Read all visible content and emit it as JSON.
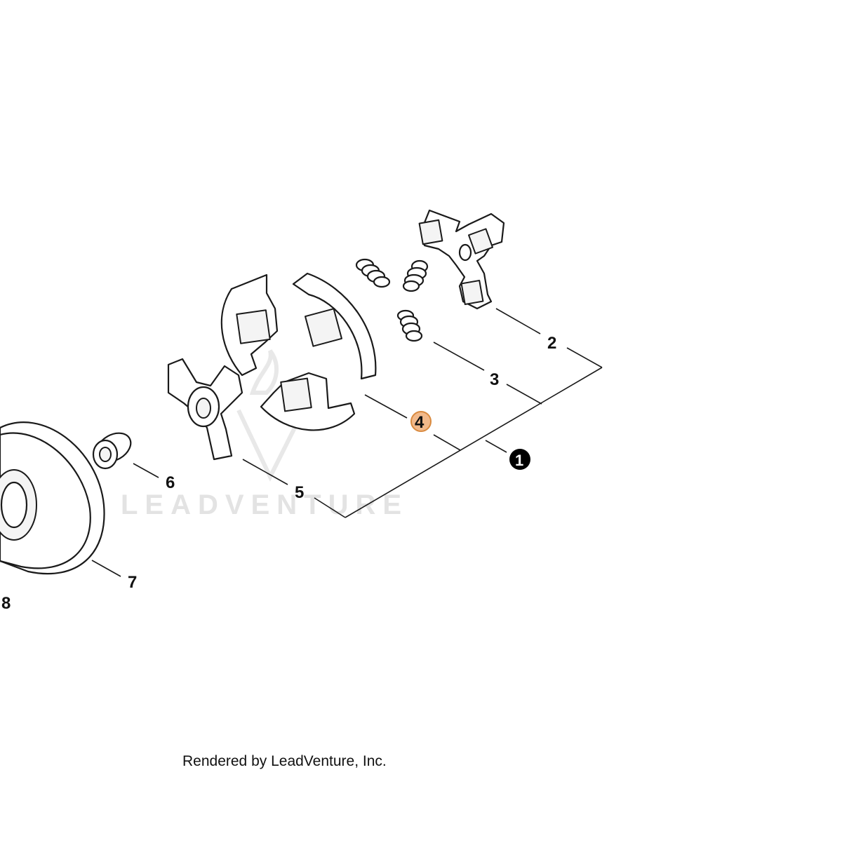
{
  "diagram": {
    "colors": {
      "line": "#1a1a1a",
      "highlight_fill": "#f2b98a",
      "highlight_stroke": "#d98a3f",
      "assembly_badge": "#000000",
      "watermark": "#e3e3e3"
    },
    "callouts": {
      "c1": "1",
      "c2": "2",
      "c3": "3",
      "c4": "4",
      "c5": "5",
      "c6": "6",
      "c7": "7",
      "c8": "8"
    },
    "highlighted_callout": "4",
    "watermark": "LEADVENTURE",
    "footer": "Rendered by LeadVenture, Inc."
  }
}
